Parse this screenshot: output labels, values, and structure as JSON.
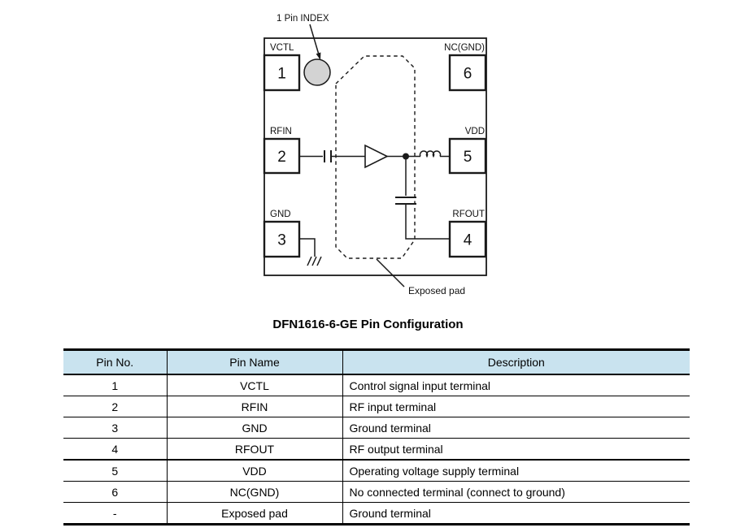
{
  "diagram": {
    "index_label": "1 Pin INDEX",
    "exposed_pad_label": "Exposed pad",
    "pins": [
      {
        "num": "1",
        "name": "VCTL"
      },
      {
        "num": "2",
        "name": "RFIN"
      },
      {
        "num": "3",
        "name": "GND"
      },
      {
        "num": "4",
        "name": "RFOUT"
      },
      {
        "num": "5",
        "name": "VDD"
      },
      {
        "num": "6",
        "name": "NC(GND)"
      }
    ]
  },
  "title": "DFN1616-6-GE Pin Configuration",
  "table": {
    "header_bg": "#C9E3EF",
    "headers": [
      "Pin No.",
      "Pin Name",
      "Description"
    ],
    "rows": [
      {
        "pin_no": "1",
        "pin_name": "VCTL",
        "description": "Control signal input terminal"
      },
      {
        "pin_no": "2",
        "pin_name": "RFIN",
        "description": "RF input terminal"
      },
      {
        "pin_no": "3",
        "pin_name": "GND",
        "description": "Ground terminal"
      },
      {
        "pin_no": "4",
        "pin_name": "RFOUT",
        "description": "RF output terminal"
      },
      {
        "pin_no": "5",
        "pin_name": "VDD",
        "description": "Operating voltage supply terminal"
      },
      {
        "pin_no": "6",
        "pin_name": "NC(GND)",
        "description": "No connected terminal (connect to ground)"
      },
      {
        "pin_no": "-",
        "pin_name": "Exposed pad",
        "description": "Ground terminal"
      }
    ]
  },
  "colors": {
    "index_circle_fill": "#D3D3D3",
    "table_header_bg": "#C9E3EF",
    "line_color": "#1a1a1a"
  }
}
